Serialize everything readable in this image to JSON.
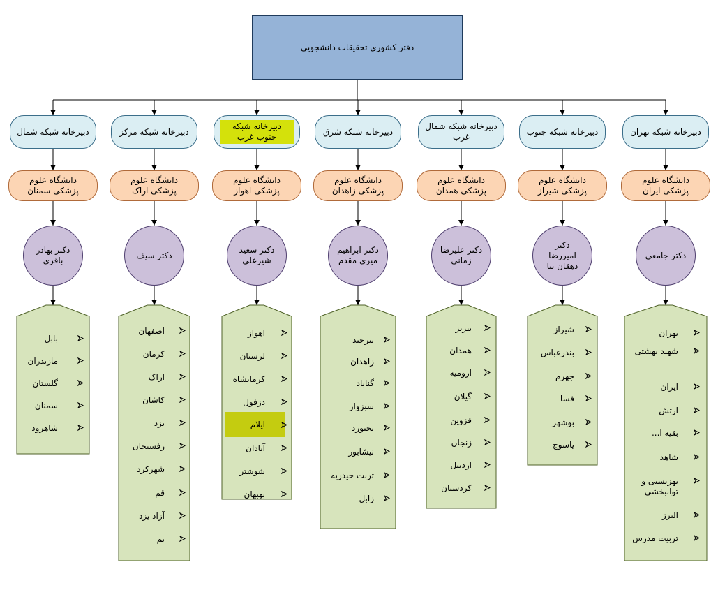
{
  "root": "دفتر کشوری تحقیقات دانشجویی",
  "branches": [
    {
      "secretariat": "دبیرخانه شبکه شمال",
      "university": "دانشگاه علوم پزشکی سمنان",
      "person": "دکتر بهادر باقری",
      "cities": [
        "بابل",
        "مازندران",
        "گلستان",
        "سمنان",
        "شاهرود"
      ]
    },
    {
      "secretariat": "دبیرخانه شبکه مرکز",
      "university": "دانشگاه علوم پزشکی اراک",
      "person": "دکتر سیف",
      "cities": [
        "اصفهان",
        "کرمان",
        "اراک",
        "کاشان",
        "یزد",
        "رفسنجان",
        "شهرکرد",
        "قم",
        "آزاد یزد",
        "بم"
      ]
    },
    {
      "secretariat": "دبیرخانه شبکه جنوب غرب",
      "university": "دانشگاه علوم پزشکی اهواز",
      "person": "دکتر سعید شیرعلی",
      "cities": [
        "اهواز",
        "لرستان",
        "کرمانشاه",
        "دزفول",
        "ایلام",
        "آبادان",
        "شوشتر",
        "بهبهان"
      ]
    },
    {
      "secretariat": "دبیرخانه شبکه شرق",
      "university": "دانشگاه علوم پزشکی زاهدان",
      "person": "دکتر ابراهیم میری مقدم",
      "cities": [
        "بیرجند",
        "زاهدان",
        "گناباد",
        "سبزوار",
        "بجنورد",
        "نیشابور",
        "تربت حیدریه",
        "زابل"
      ]
    },
    {
      "secretariat": "دبیرخانه شبکه شمال غرب",
      "university": "دانشگاه علوم پزشکی همدان",
      "person": "دکتر علیرضا زمانی",
      "cities": [
        "تبریز",
        "همدان",
        "ارومیه",
        "گیلان",
        "قزوین",
        "زنجان",
        "اردبیل",
        "کردستان"
      ]
    },
    {
      "secretariat": "دبیرخانه شبکه جنوب",
      "university": "دانشگاه علوم پزشکی شیراز",
      "person": "دکتر امیررضا دهقان نیا",
      "cities": [
        "شیراز",
        "بندرعباس",
        "جهرم",
        "فسا",
        "بوشهر",
        "یاسوج"
      ]
    },
    {
      "secretariat": "دبیرخانه شبکه تهران",
      "university": "دانشگاه علوم پزشکی ایران",
      "person": "دکتر جامعی",
      "cities": [
        "تهران",
        "شهید بهشتی",
        "ایران",
        "ارتش",
        "بقیه ا...",
        "شاهد",
        "بهزیستی و توانبخشی",
        "البرز",
        "تربیت مدرس"
      ]
    }
  ],
  "highlights": {
    "secretariat_branch_index": 2,
    "city": {
      "branch_index": 2,
      "city_index": 4
    }
  },
  "colors": {
    "root_fill": "#95b3d7",
    "secretariat_fill": "#dbeef3",
    "university_fill": "#fcd5b4",
    "person_fill": "#ccc0da",
    "list_fill": "#d7e4bc",
    "highlight": "#d4e10b"
  },
  "icons": {
    "bullet": "arrow-bullet-icon"
  }
}
